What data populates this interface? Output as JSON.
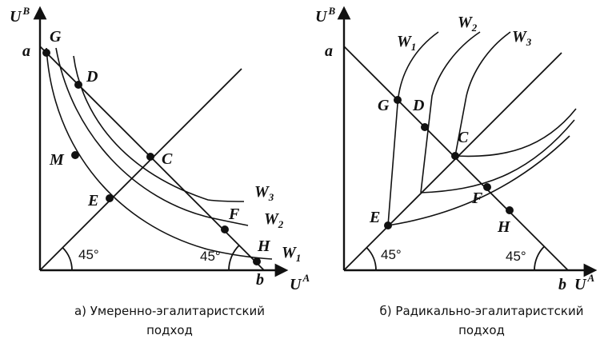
{
  "left": {
    "axis_y": {
      "main": "U",
      "sup": "B"
    },
    "axis_x": {
      "main": "U",
      "sup": "A"
    },
    "points": [
      "a",
      "b",
      "G",
      "D",
      "C",
      "M",
      "E",
      "F",
      "H"
    ],
    "curves": [
      {
        "main": "W",
        "sub": "3"
      },
      {
        "main": "W",
        "sub": "2"
      },
      {
        "main": "W",
        "sub": "1"
      }
    ],
    "angle_left": "45°",
    "angle_right": "45°",
    "caption_line1": "а) Умеренно-эгалитаристский",
    "caption_line2": "подход"
  },
  "right": {
    "axis_y": {
      "main": "U",
      "sup": "B"
    },
    "axis_x": {
      "main": "U",
      "sup": "A"
    },
    "points": [
      "a",
      "b",
      "G",
      "D",
      "C",
      "E",
      "F",
      "H"
    ],
    "curves": [
      {
        "main": "W",
        "sub": "1"
      },
      {
        "main": "W",
        "sub": "2"
      },
      {
        "main": "W",
        "sub": "3"
      }
    ],
    "angle_left": "45°",
    "angle_right": "45°",
    "caption_line1": "б) Радикально-эгалитаристский",
    "caption_line2": "подход"
  }
}
